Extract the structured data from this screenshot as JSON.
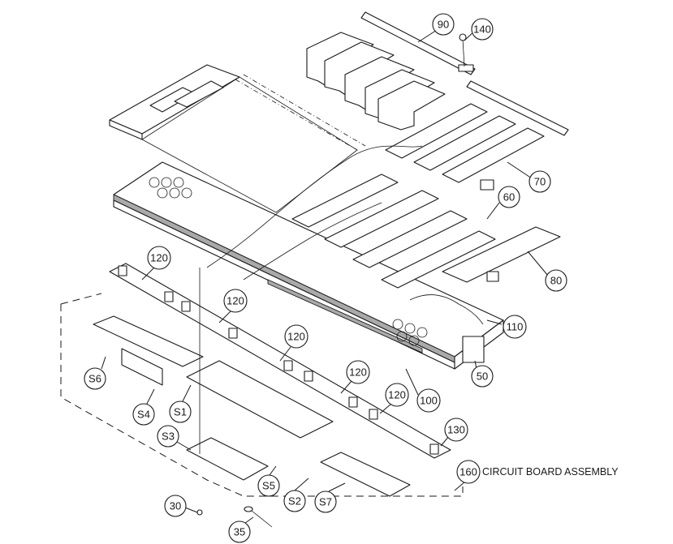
{
  "diagram": {
    "type": "exploded-parts-view",
    "callouts": [
      {
        "id": "c90",
        "label": "90"
      },
      {
        "id": "c140",
        "label": "140"
      },
      {
        "id": "c70",
        "label": "70"
      },
      {
        "id": "c60",
        "label": "60"
      },
      {
        "id": "c80",
        "label": "80"
      },
      {
        "id": "c110",
        "label": "110"
      },
      {
        "id": "c50",
        "label": "50"
      },
      {
        "id": "c100",
        "label": "100"
      },
      {
        "id": "c120a",
        "label": "120"
      },
      {
        "id": "c120b",
        "label": "120"
      },
      {
        "id": "c120c",
        "label": "120"
      },
      {
        "id": "c120d",
        "label": "120"
      },
      {
        "id": "c120e",
        "label": "120"
      },
      {
        "id": "c130",
        "label": "130"
      },
      {
        "id": "c160",
        "label": "160"
      },
      {
        "id": "cS6",
        "label": "S6"
      },
      {
        "id": "cS4",
        "label": "S4"
      },
      {
        "id": "cS1",
        "label": "S1"
      },
      {
        "id": "cS3",
        "label": "S3"
      },
      {
        "id": "cS5",
        "label": "S5"
      },
      {
        "id": "cS2",
        "label": "S2"
      },
      {
        "id": "cS7",
        "label": "S7"
      },
      {
        "id": "c30",
        "label": "30"
      },
      {
        "id": "c35",
        "label": "35"
      }
    ],
    "assembly_caption": "CIRCUIT BOARD ASSEMBLY"
  }
}
